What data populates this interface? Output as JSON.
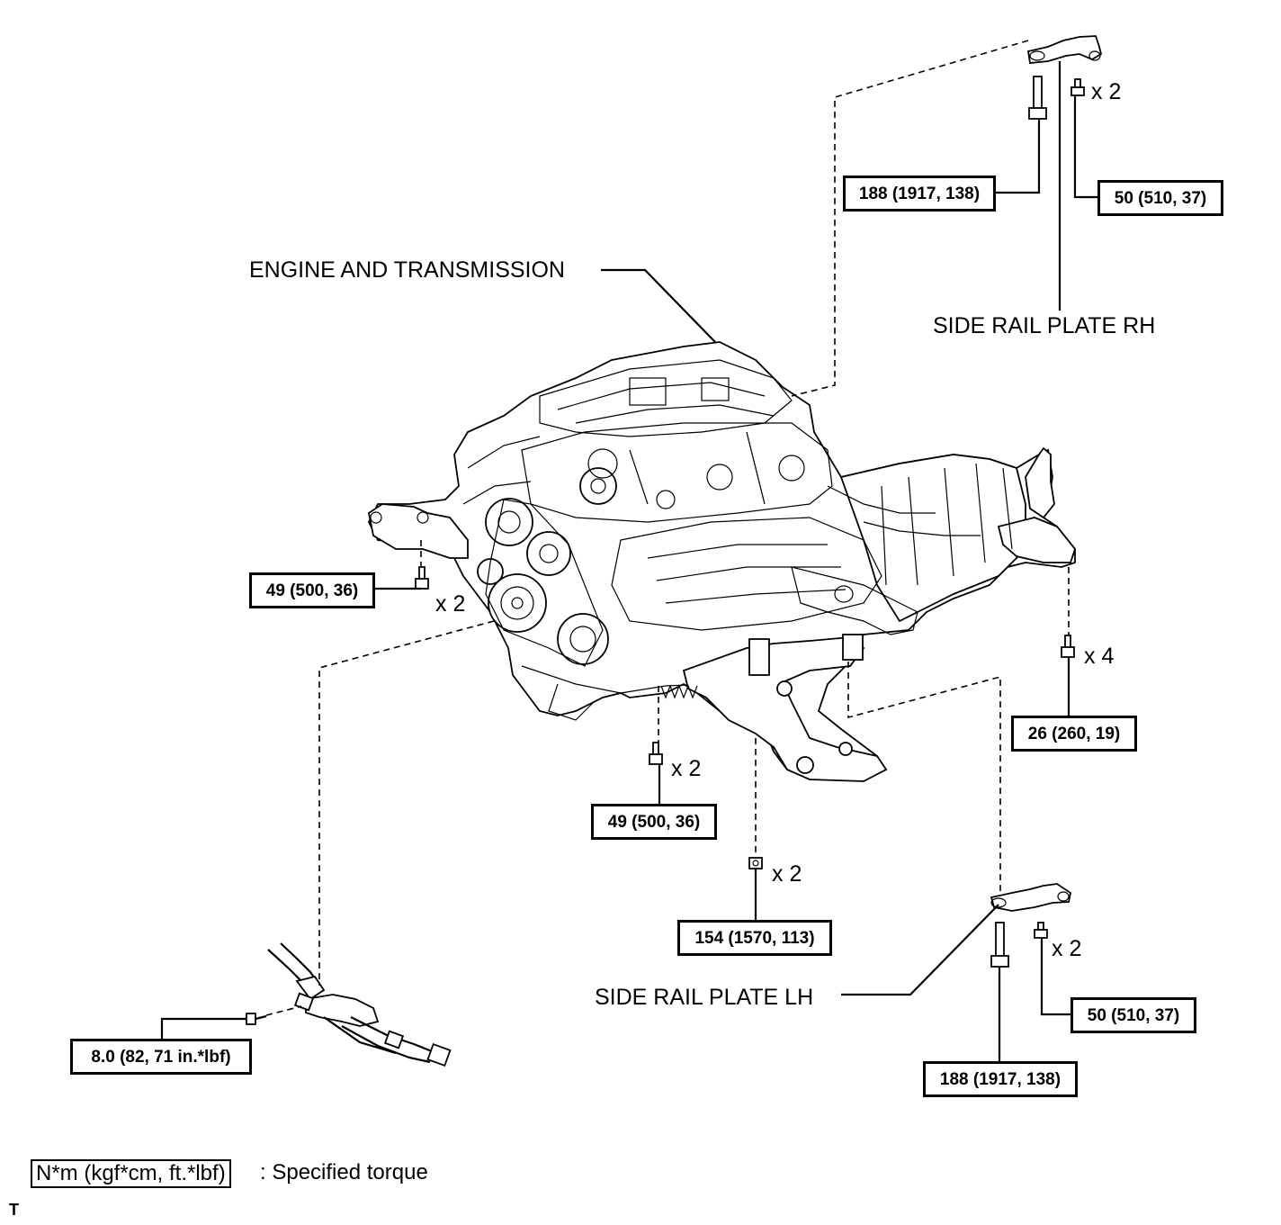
{
  "labels": {
    "engine_and_transmission": "ENGINE AND TRANSMISSION",
    "side_rail_plate_rh": "SIDE RAIL PLATE RH",
    "side_rail_plate_lh": "SIDE RAIL PLATE LH"
  },
  "torques": {
    "rh_bolt": "188 (1917, 138)",
    "rh_small_bolt": "50 (510, 37)",
    "front_mount_bolt": "49 (500, 36)",
    "rear_mount_bolt": "26 (260, 19)",
    "lower_mount_bolt": "49 (500, 36)",
    "mount_nut": "154 (1570, 113)",
    "lh_small_bolt": "50 (510, 37)",
    "lh_bolt": "188 (1917, 138)",
    "harness_bolt": "8.0 (82, 71 in.*lbf)"
  },
  "quantities": {
    "rh_small_bolt": "x 2",
    "front_mount_bolt": "x 2",
    "rear_mount_bolt": "x 4",
    "lower_mount_bolt": "x 2",
    "mount_nut": "x 2",
    "lh_small_bolt": "x 2"
  },
  "legend": {
    "unit_box": "N*m (kgf*cm, ft.*lbf)",
    "description": ": Specified torque"
  },
  "corner_mark": "T",
  "icons": [
    "bolt-icon",
    "nut-icon",
    "engine-transmission-illustration",
    "side-rail-plate-illustration",
    "wire-harness-illustration"
  ]
}
